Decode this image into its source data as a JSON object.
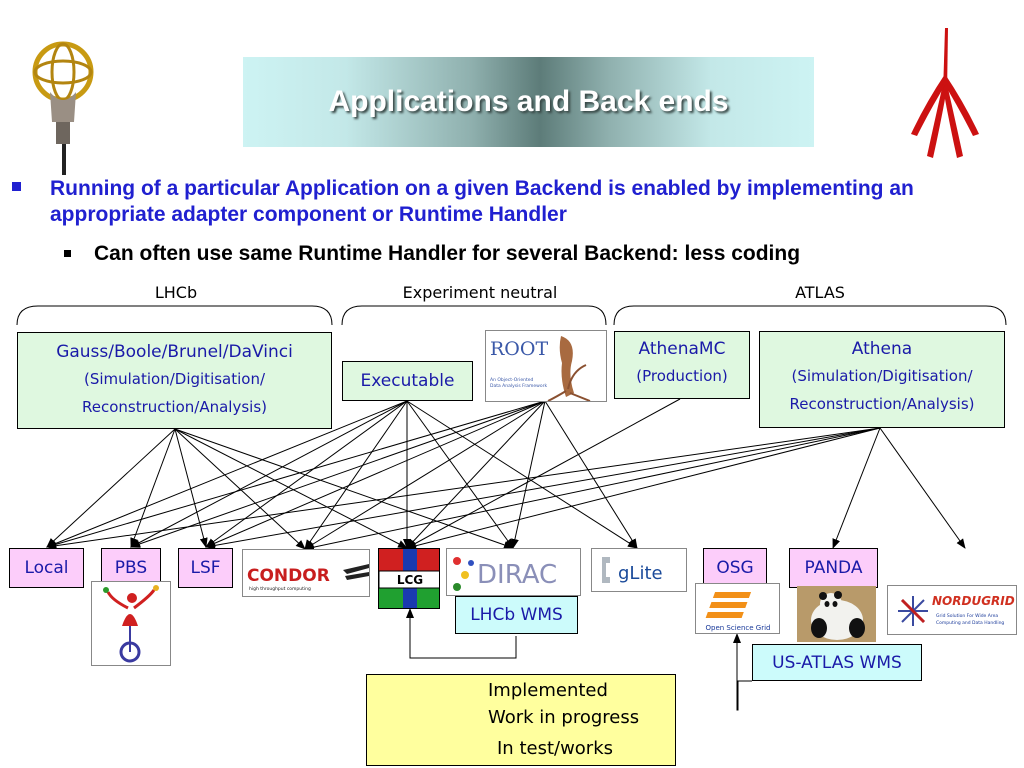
{
  "title": "Applications and Back ends",
  "bullets": {
    "main": "Running of a particular Application on a given Backend is enabled by implementing an appropriate adapter component or Runtime Handler",
    "sub": "Can often use same Runtime Handler for several Backend: less coding"
  },
  "groups": {
    "lhcb": "LHCb",
    "neutral": "Experiment neutral",
    "atlas": "ATLAS"
  },
  "applications": {
    "gauss": {
      "line1": "Gauss/Boole/Brunel/DaVinci",
      "line2": "(Simulation/Digitisation/",
      "line3": "Reconstruction/Analysis)"
    },
    "executable": "Executable",
    "athenamc": {
      "line1": "AthenaMC",
      "line2": "(Production)"
    },
    "athena": {
      "line1": "Athena",
      "line2": "(Simulation/Digitisation/",
      "line3": "Reconstruction/Analysis)"
    }
  },
  "backends": {
    "local": "Local",
    "pbs": "PBS",
    "lsf": "LSF",
    "osg": "OSG",
    "panda": "PANDA"
  },
  "wms": {
    "lhcb": "LHCb WMS",
    "usatlas": "US-ATLAS WMS"
  },
  "logos": {
    "root": "ROOT",
    "root_sub": "An Object-Oriented Data Analysis Framework",
    "condor": "CONDOR",
    "condor_sub": "high throughput computing",
    "lcg": "LCG",
    "dirac": "DIRAC",
    "glite": "gLite",
    "osg": "Open Science Grid",
    "nordugrid": "NORDUGRID",
    "nordugrid_sub": "Grid Solution For Wide Area Computing and Data Handling"
  },
  "legend": {
    "implemented": "Implemented",
    "in_progress": "Work in progress",
    "in_test": "In test/works"
  },
  "colors": {
    "title_text": "#ffffff",
    "bullet_blue": "#2020d0",
    "box_text": "#1a1aa8",
    "app_green": "#dff8e0",
    "backend_pink": "#fccdfa",
    "wms_cyan": "#ccfbfb",
    "legend_yellow": "#ffff9e",
    "ganga_red": "#cc1111"
  }
}
